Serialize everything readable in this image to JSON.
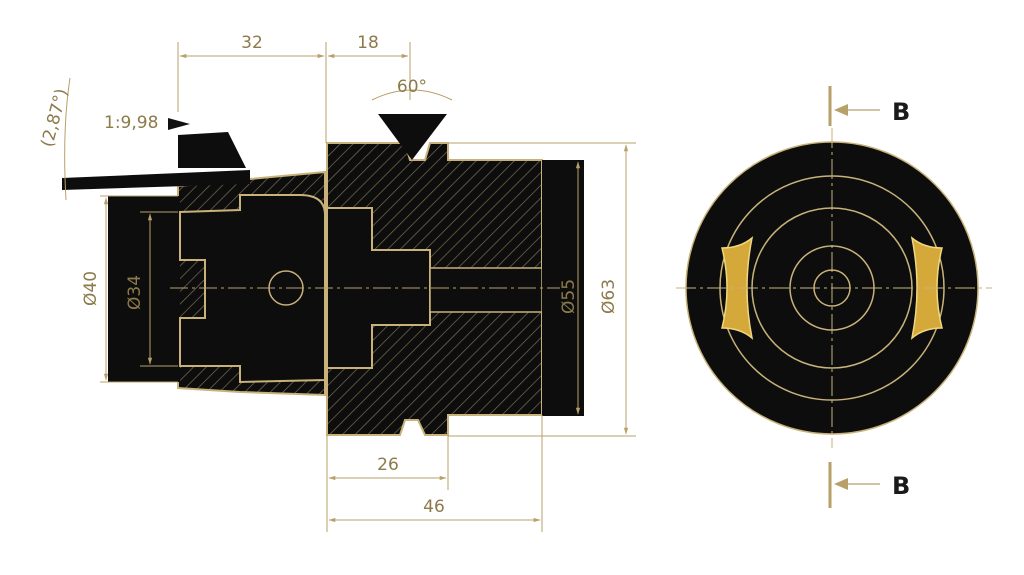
{
  "drawing": {
    "dimensions": {
      "d32": "32",
      "d18": "18",
      "angle60": "60°",
      "taper_angle": "(2,87°)",
      "taper_ratio": "1:9,98",
      "dia40": "Ø40",
      "dia34": "Ø34",
      "dia55": "Ø55",
      "dia63": "Ø63",
      "d26": "26",
      "d46": "46"
    },
    "section_mark_top": "B",
    "section_mark_bottom": "B"
  },
  "colors": {
    "ink": "#111111",
    "gold_line": "#c8b27a",
    "dim_line": "#b8a06a",
    "hatch": "#6f6447",
    "gold_fill": "#d4a93a"
  }
}
